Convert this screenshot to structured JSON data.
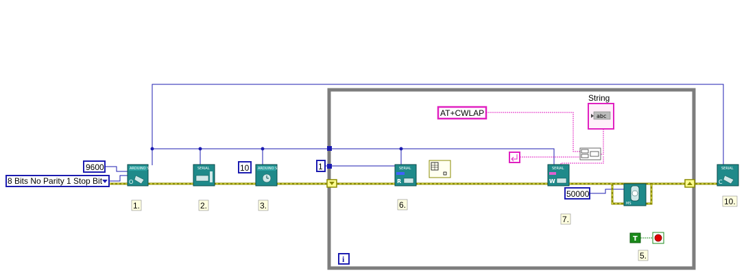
{
  "constants": {
    "baud_rate": "9600",
    "serial_config": "8 Bits No Parity 1 Stop Bit",
    "timeout": "10",
    "loop_increment": "1",
    "at_command": "AT+CWLAP",
    "wait_ms": "50000",
    "stop_true": "T"
  },
  "indicators": {
    "string_label": "String",
    "string_glyph": "abc"
  },
  "loop": {
    "iteration_terminal": "i"
  },
  "step_labels": {
    "s1": "1.",
    "s2": "2.",
    "s3": "3.",
    "s5": "5.",
    "s6": "6.",
    "s7": "7.",
    "s10": "10."
  },
  "block_captions": {
    "arduino_serial": "ARDUINO SERIAL",
    "serial": "SERIAL",
    "open_letter": "O",
    "read_letter": "R",
    "write_letter": "W",
    "close_letter": "C",
    "wait_letter": "MS"
  },
  "colors": {
    "wire_blue": "#1b1bb0",
    "wire_serial": "#8a8a00",
    "wire_string": "#e020c0",
    "loop_border": "#7d7d7d",
    "block_teal": "#1f8a8a",
    "step_label_bg": "#ffffe0"
  }
}
